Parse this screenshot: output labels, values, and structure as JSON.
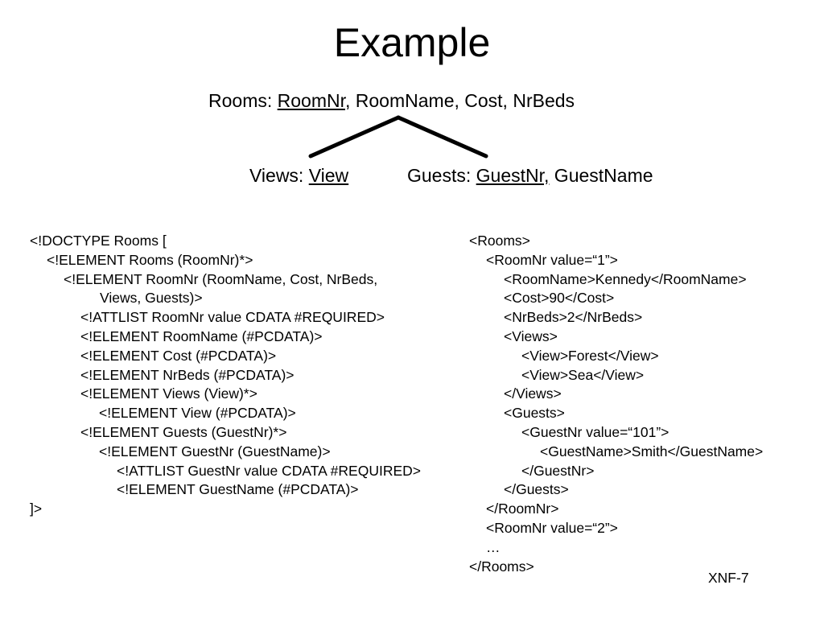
{
  "slide": {
    "title": "Example",
    "footer": "XNF-7"
  },
  "schema": {
    "rooms": {
      "label": "Rooms: ",
      "key": "RoomNr",
      "rest": ", RoomName, Cost, NrBeds"
    },
    "views": {
      "label": "Views: ",
      "key": "View"
    },
    "guests": {
      "label": "Guests: ",
      "key": "GuestNr,",
      "rest": " GuestName"
    }
  },
  "dtd_lines": [
    "<!DOCTYPE Rooms [",
    "<!ELEMENT Rooms (RoomNr)*>",
    "<!ELEMENT RoomNr (RoomName, Cost, NrBeds,",
    "Views, Guests)>",
    "<!ATTLIST RoomNr value CDATA #REQUIRED>",
    "<!ELEMENT RoomName (#PCDATA)>",
    "<!ELEMENT Cost (#PCDATA)>",
    "<!ELEMENT NrBeds (#PCDATA)>",
    "<!ELEMENT Views (View)*>",
    "<!ELEMENT View (#PCDATA)>",
    "<!ELEMENT Guests (GuestNr)*>",
    "<!ELEMENT GuestNr (GuestName)>",
    "<!ATTLIST GuestNr value CDATA #REQUIRED>",
    "<!ELEMENT GuestName (#PCDATA)>",
    "]>"
  ],
  "xml_lines": [
    "<Rooms>",
    "<RoomNr value=“1”>",
    "<RoomName>Kennedy</RoomName>",
    "<Cost>90</Cost>",
    "<NrBeds>2</NrBeds>",
    "<Views>",
    "<View>Forest</View>",
    "<View>Sea</View>",
    "</Views>",
    "<Guests>",
    "<GuestNr value=“101”>",
    "<GuestName>Smith</GuestName>",
    "</GuestNr>",
    "</Guests>",
    "</RoomNr>",
    "<RoomNr value=“2”>",
    "…",
    "</Rooms>"
  ]
}
